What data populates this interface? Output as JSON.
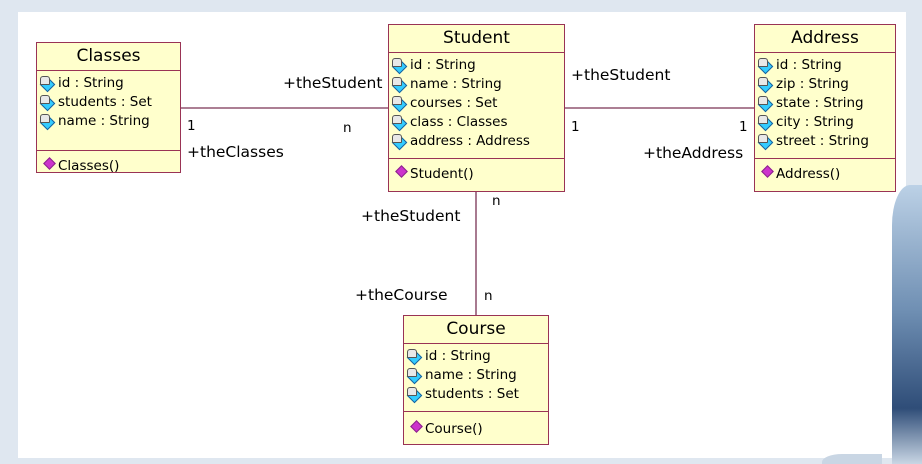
{
  "classes": {
    "classes": {
      "name": "Classes",
      "attributes": [
        "id : String",
        "students : Set",
        "name : String"
      ],
      "operations": [
        "Classes()"
      ]
    },
    "student": {
      "name": "Student",
      "attributes": [
        "id : String",
        "name : String",
        "courses : Set",
        "class : Classes",
        "address : Address"
      ],
      "operations": [
        "Student()"
      ]
    },
    "address": {
      "name": "Address",
      "attributes": [
        "id : String",
        "zip : String",
        "state : String",
        "city : String",
        "street : String"
      ],
      "operations": [
        "Address()"
      ]
    },
    "course": {
      "name": "Course",
      "attributes": [
        "id : String",
        "name : String",
        "students : Set"
      ],
      "operations": [
        "Course()"
      ]
    }
  },
  "associations": {
    "classes_student": {
      "role_student": "+theStudent",
      "role_classes": "+theClasses",
      "mult_classes": "1",
      "mult_student": "n"
    },
    "student_address": {
      "role_student": "+theStudent",
      "role_address": "+theAddress",
      "mult_student": "1",
      "mult_address": "1"
    },
    "student_course": {
      "role_student": "+theStudent",
      "role_course": "+theCourse",
      "mult_student": "n",
      "mult_course": "n"
    }
  },
  "colors": {
    "class_fill": "#ffffcc",
    "class_border": "#993355",
    "association_line": "#7a3355",
    "attribute_icon": "#33ccff",
    "operation_icon": "#cc33cc"
  },
  "icons": {
    "attribute": "private-attribute-icon",
    "operation": "operation-icon"
  }
}
